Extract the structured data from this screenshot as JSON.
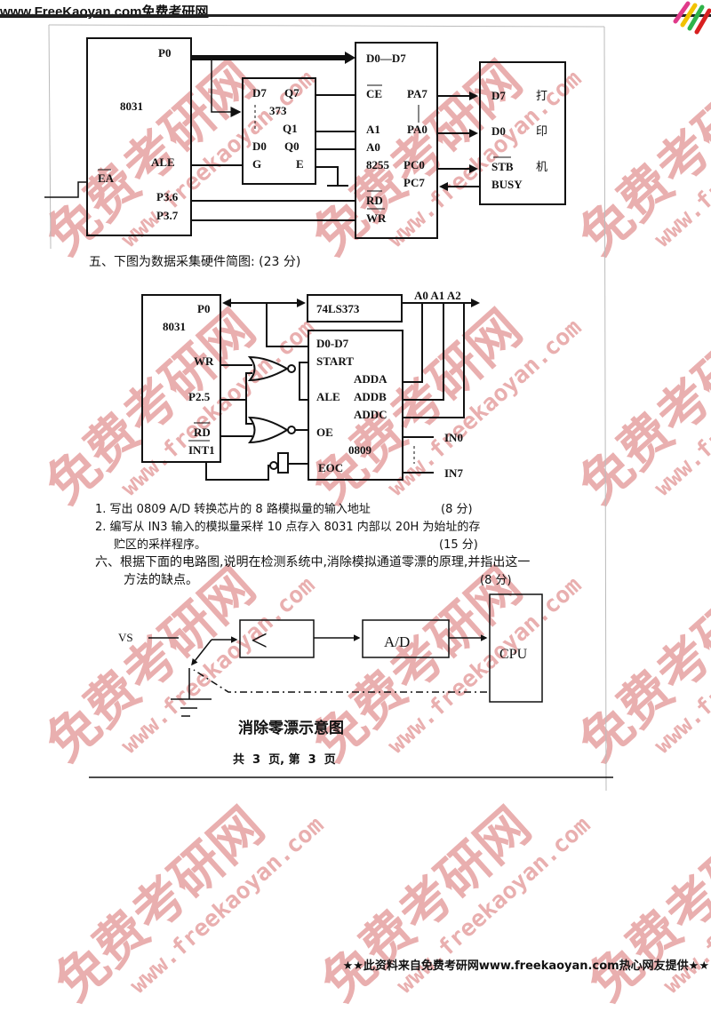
{
  "header": {
    "site": "www.FreeKaoyan.com免费考研网"
  },
  "watermark": {
    "chars": "免费考研网",
    "url": "www.freekaoyan.com",
    "color": "#d76e6e"
  },
  "figure1": {
    "mcu": {
      "name": "8031",
      "p0": "P0",
      "ale": "ALE",
      "ea": "EA",
      "p36": "P3.6",
      "p37": "P3.7"
    },
    "latch": {
      "name": "373",
      "d7": "D7",
      "q7": "Q7",
      "q1": "Q1",
      "d0": "D0",
      "q0": "Q0",
      "g": "G",
      "e": "E"
    },
    "ppi": {
      "name": "8255",
      "d": "D0—D7",
      "ce": "CE",
      "pa7": "PA7",
      "a1": "A1",
      "pa0": "PA0",
      "a0": "A0",
      "pc0": "PC0",
      "pc7": "PC7",
      "rd": "RD",
      "wr": "WR"
    },
    "printer": {
      "d7": "D7",
      "d0": "D0",
      "stb": "STB",
      "busy": "BUSY",
      "c1": "打",
      "c2": "印",
      "c3": "机"
    }
  },
  "section5": {
    "heading": "五、下图为数据采集硬件简图:  (23 分)"
  },
  "figure2": {
    "mcu": {
      "name": "8031",
      "p0": "P0",
      "wr": "WR",
      "p25": "P2.5",
      "rd": "RD",
      "int1": "INT1"
    },
    "latch": {
      "name": "74LS373"
    },
    "adc": {
      "name": "0809",
      "d": "D0-D7",
      "start": "START",
      "adda": "ADDA",
      "ale": "ALE",
      "addb": "ADDB",
      "addc": "ADDC",
      "oe": "OE",
      "eoc": "EOC"
    },
    "addr": "A0 A1 A2",
    "in0": "IN0",
    "in7": "IN7"
  },
  "questions": [
    {
      "text": "1. 写出 0809 A/D 转换芯片的 8 路模拟量的输入地址",
      "score": "(8 分)"
    },
    {
      "text": "2. 编写从 IN3 输入的模拟量采样 10 点存入 8031 内部以 20H 为始址的存",
      "cont": "贮区的采样程序。",
      "score": "(15 分)"
    }
  ],
  "section6": {
    "line1": "六、根据下面的电路图,说明在检测系统中,消除模拟通道零漂的原理,并指出这一",
    "line2": "方法的缺点。",
    "score": "(8 分)"
  },
  "figure3": {
    "vs": "VS",
    "amp": "<",
    "ad": "A/D",
    "cpu": "CPU",
    "caption": "消除零漂示意图"
  },
  "page": "共  3  页, 第  3  页",
  "footer": "★★此资料来自免费考研网www.freekaoyan.com热心网友提供★★"
}
